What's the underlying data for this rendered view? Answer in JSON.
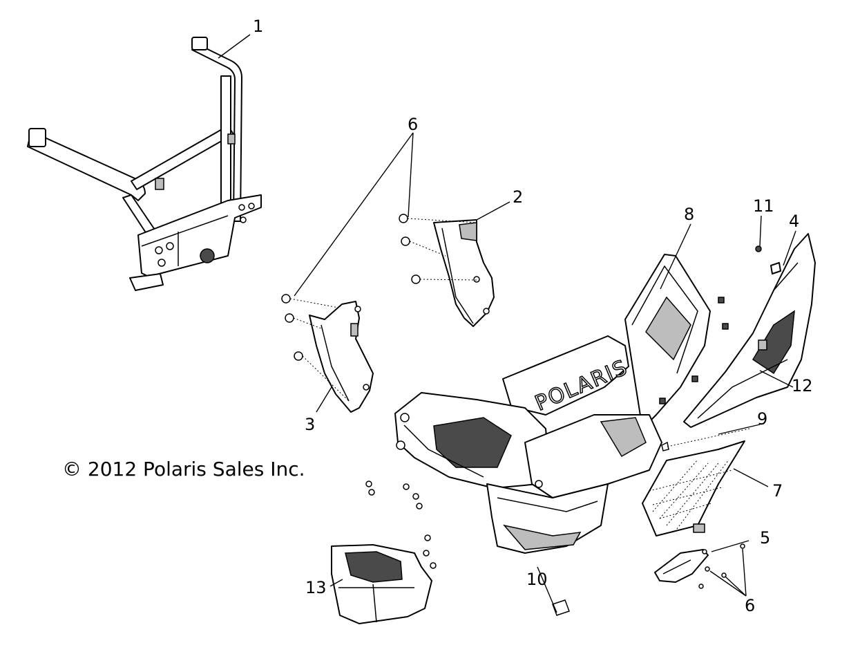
{
  "diagram": {
    "copyright": "© 2012 Polaris Sales Inc.",
    "bumper_logo": "POLARIS",
    "callouts": [
      {
        "id": "c1",
        "label": "1"
      },
      {
        "id": "c2",
        "label": "2"
      },
      {
        "id": "c3",
        "label": "3"
      },
      {
        "id": "c4",
        "label": "4"
      },
      {
        "id": "c5",
        "label": "5"
      },
      {
        "id": "c6a",
        "label": "6"
      },
      {
        "id": "c6b",
        "label": "6"
      },
      {
        "id": "c7",
        "label": "7"
      },
      {
        "id": "c8",
        "label": "8"
      },
      {
        "id": "c9",
        "label": "9"
      },
      {
        "id": "c10",
        "label": "10"
      },
      {
        "id": "c11",
        "label": "11"
      },
      {
        "id": "c12",
        "label": "12"
      },
      {
        "id": "c13",
        "label": "13"
      }
    ],
    "colors": {
      "line": "#000000",
      "background": "#ffffff",
      "shade_dark": "#4a4a4a",
      "shade_light": "#bdbdbd"
    }
  }
}
